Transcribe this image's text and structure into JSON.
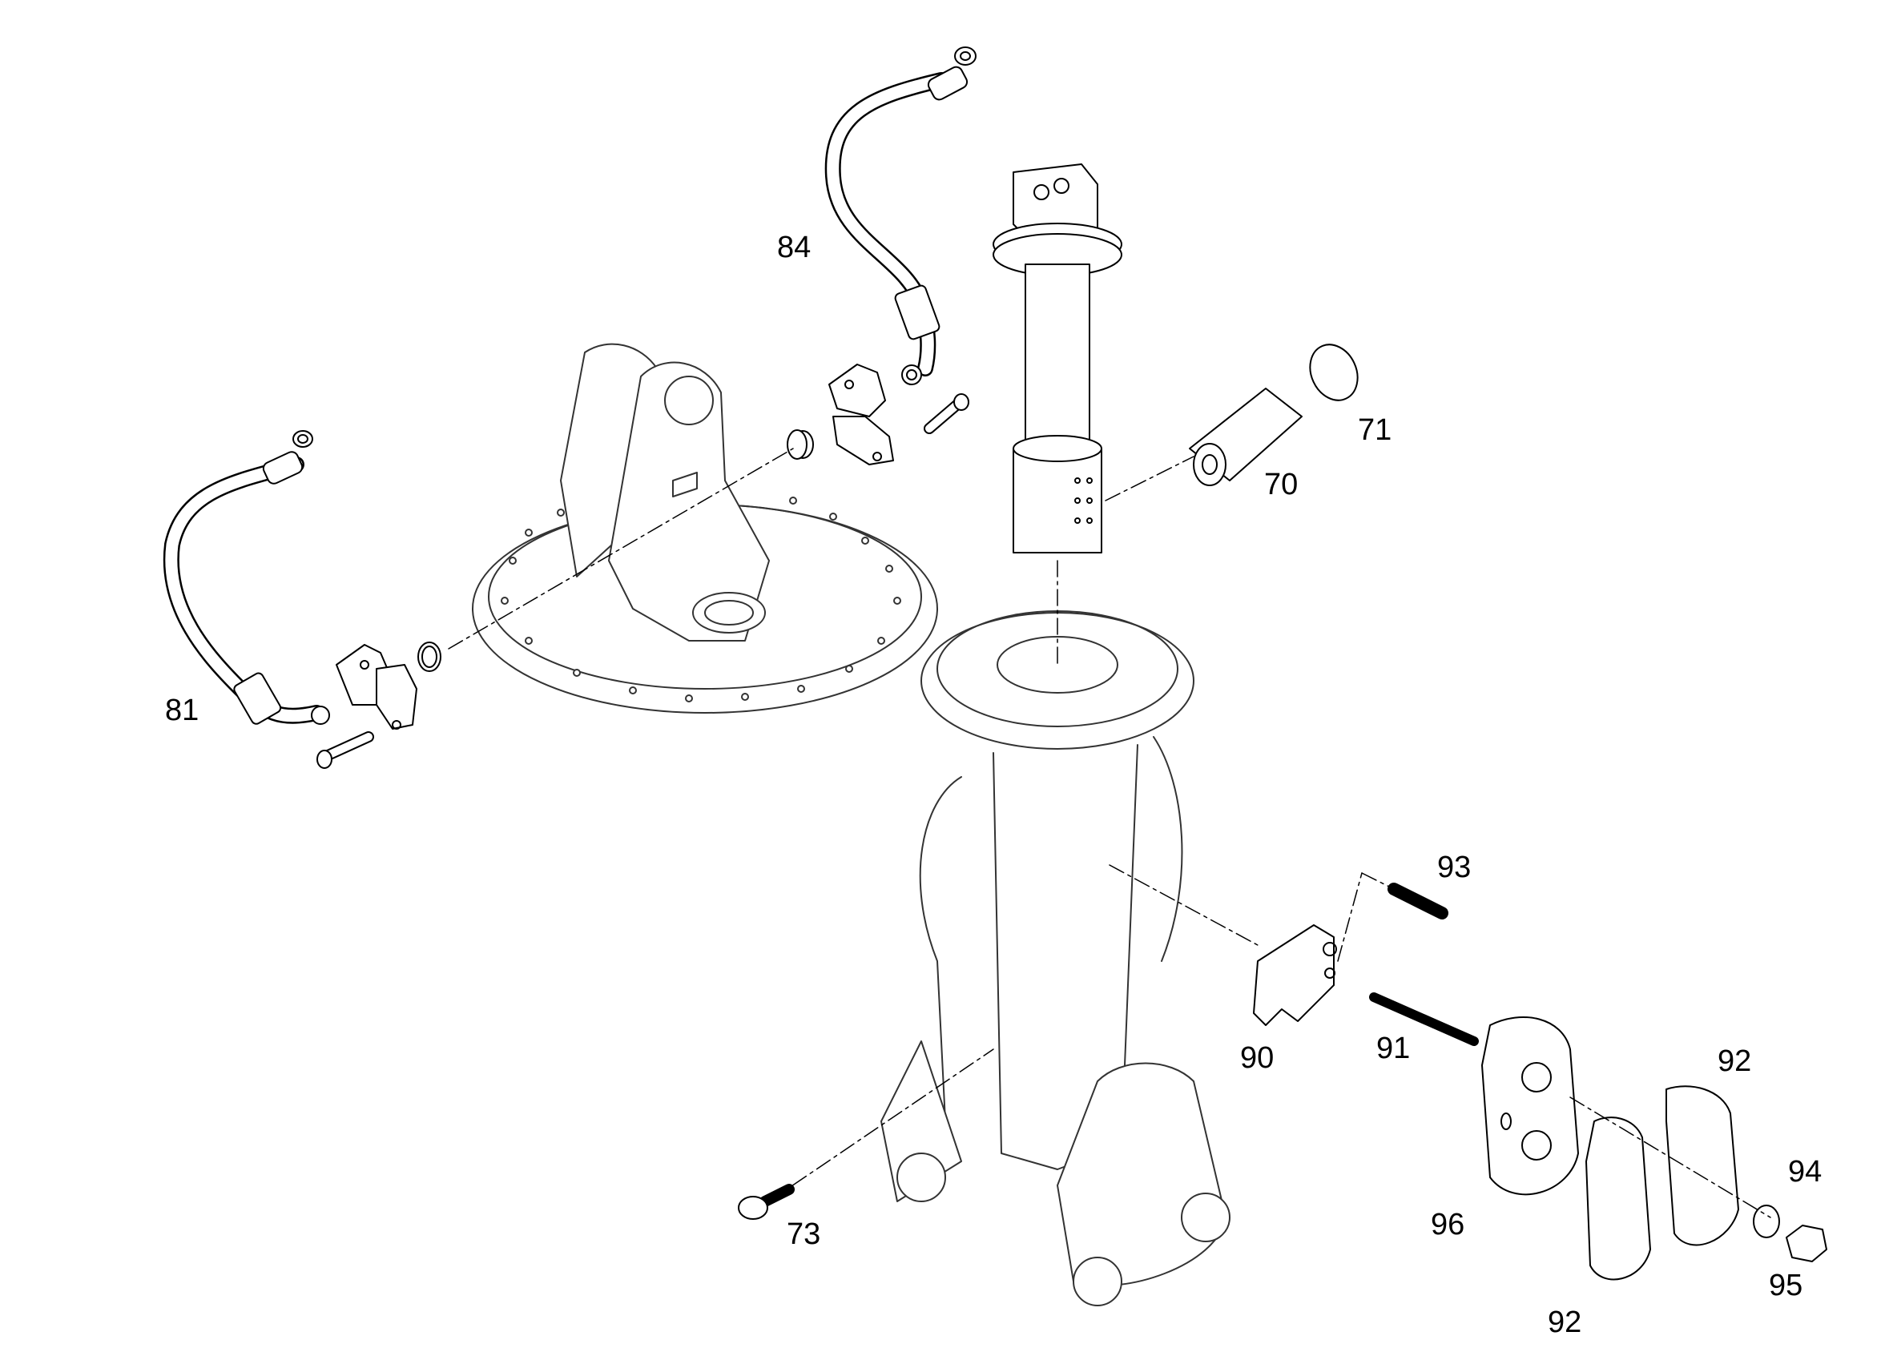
{
  "diagram": {
    "colors": {
      "line": "#000000",
      "background": "#ffffff"
    },
    "callouts": [
      {
        "id": "c70",
        "text": "70"
      },
      {
        "id": "c71",
        "text": "71"
      },
      {
        "id": "c73",
        "text": "73"
      },
      {
        "id": "c81",
        "text": "81"
      },
      {
        "id": "c84",
        "text": "84"
      },
      {
        "id": "c90",
        "text": "90"
      },
      {
        "id": "c91",
        "text": "91"
      },
      {
        "id": "c92a",
        "text": "92"
      },
      {
        "id": "c92b",
        "text": "92"
      },
      {
        "id": "c93",
        "text": "93"
      },
      {
        "id": "c94",
        "text": "94"
      },
      {
        "id": "c95",
        "text": "95"
      },
      {
        "id": "c96",
        "text": "96"
      }
    ]
  }
}
